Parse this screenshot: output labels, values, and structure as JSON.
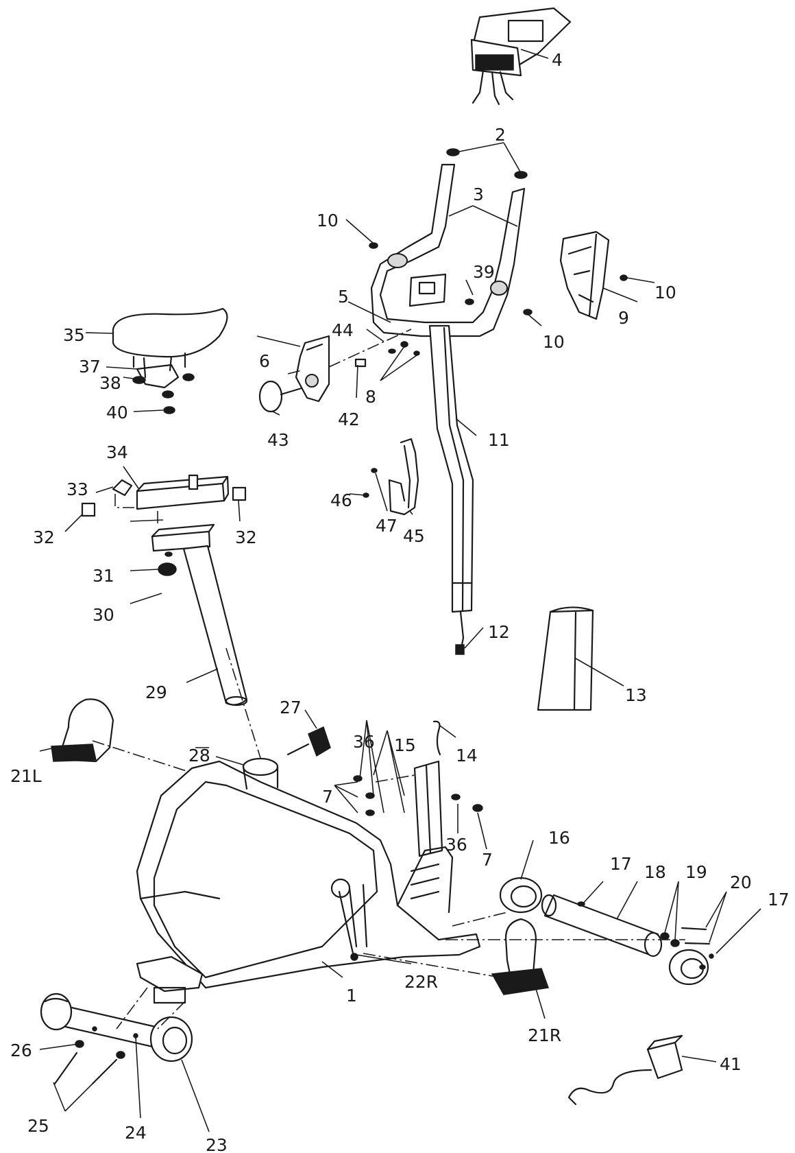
{
  "labels": {
    "p1": "1",
    "p2": "2",
    "p3": "3",
    "p4": "4",
    "p5": "5",
    "p6": "6",
    "p7a": "7",
    "p7b": "7",
    "p8": "8",
    "p9": "9",
    "p10a": "10",
    "p10b": "10",
    "p10c": "10",
    "p11": "11",
    "p12": "12",
    "p13": "13",
    "p14": "14",
    "p15": "15",
    "p16": "16",
    "p17a": "17",
    "p17b": "17",
    "p18": "18",
    "p19": "19",
    "p20": "20",
    "p21L": "21L",
    "p21R": "21R",
    "p22R": "22R",
    "p23": "23",
    "p24": "24",
    "p25": "25",
    "p26": "26",
    "p27": "27",
    "p28": "28",
    "p29": "29",
    "p30": "30",
    "p31": "31",
    "p32a": "32",
    "p32b": "32",
    "p33": "33",
    "p34": "34",
    "p35": "35",
    "p36a": "36",
    "p36b": "36",
    "p37": "37",
    "p38": "38",
    "p39": "39",
    "p40": "40",
    "p41": "41",
    "p42": "42",
    "p43": "43",
    "p44": "44",
    "p45": "45",
    "p46": "46",
    "p47": "47"
  }
}
